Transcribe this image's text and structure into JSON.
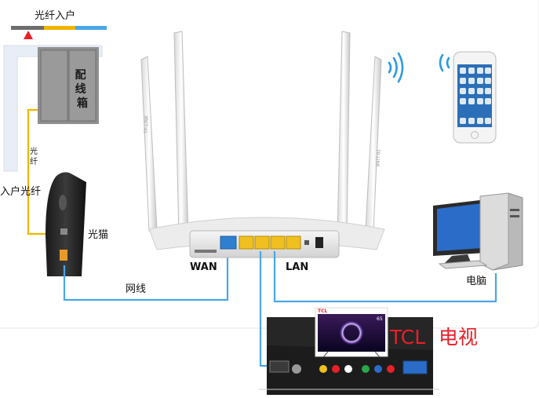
{
  "labels": {
    "fiber_entry": "光纤入户",
    "distribution_box": "配线箱",
    "fiber": "光纤",
    "fiber_entry_left": "入户光纤",
    "modem": "光猫",
    "network_cable": "网线",
    "wan": "WAN",
    "lan": "LAN",
    "computer": "电脑",
    "tv_brand": "TCL",
    "tv_label": "电视",
    "router_brand": "TP-LINK",
    "tv_size": "65",
    "tv_logo": "TCL"
  },
  "colors": {
    "cable": "#4aa6e8",
    "fiber": "#f0b400",
    "tv_text": "#e8202a",
    "arrow": "#e8202a",
    "wifi": "#2b9be0"
  }
}
